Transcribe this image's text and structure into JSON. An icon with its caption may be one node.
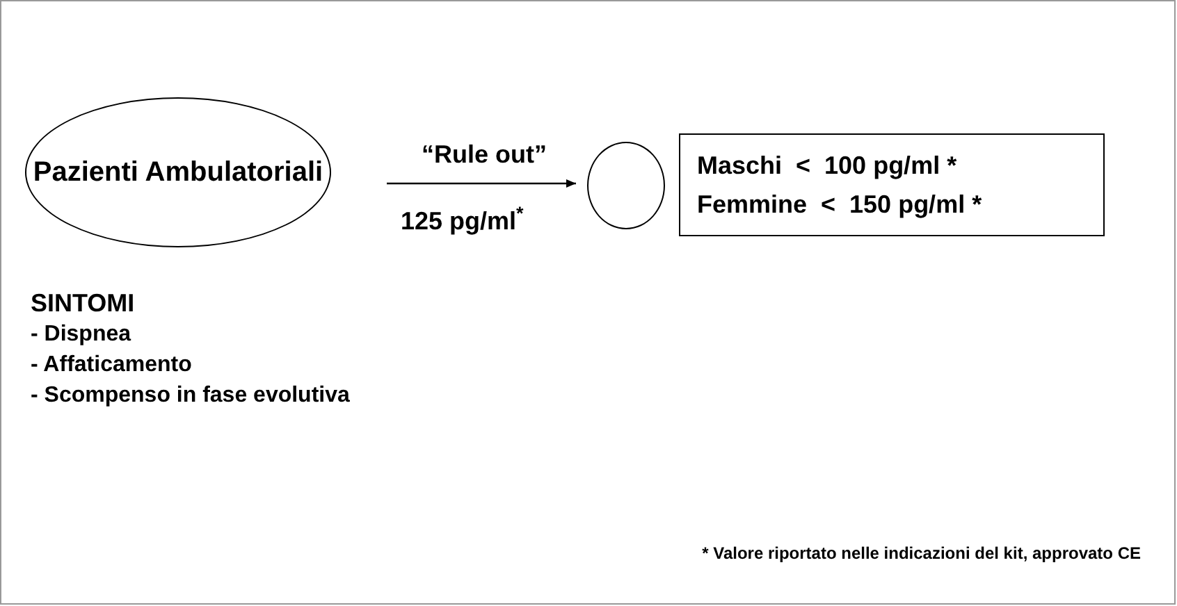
{
  "diagram": {
    "nodes": [
      {
        "text": [
          "Pazienti Ambulatoriali"
        ]
      },
      {
        "text": [],
        "shape": "circle"
      },
      {
        "text": [
          "Maschi  <  100 pg/ml *",
          "Femmine  <  150 pg/ml *"
        ]
      }
    ],
    "edges": [
      {
        "from": 0,
        "to": 1,
        "arrow": "to",
        "label": "“Rule out”"
      }
    ],
    "labels": [
      "125 pg/ml$^{*}$",
      "SINTOMI",
      "- Dispnea",
      "- Affaticamento",
      "- Scompenso in fase evolutiva",
      "* Valore riportato nelle indicazioni del kit, approvato CE"
    ]
  }
}
